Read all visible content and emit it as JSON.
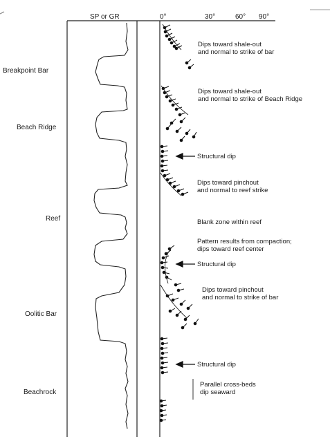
{
  "log_header": "SP or GR",
  "dip_scale": [
    "0°",
    "30°",
    "60°",
    "90°"
  ],
  "facies": [
    "Breakpoint Bar",
    "Beach Ridge",
    "Reef",
    "Oolitic Bar",
    "Beachrock"
  ],
  "annotations": [
    "Dips toward shale-out\nand normal to strike of bar",
    "Dips toward shale-out\nand normal to strike of Beach Ridge",
    "Structural dip",
    "Dips toward pinchout\nand normal to reef strike",
    "Blank zone within reef",
    "Pattern results from compaction;\ndips toward reef center",
    "Structural dip",
    "Dips toward pinchout\nand normal to strike of bar",
    "Structural dip",
    "Parallel cross-beds\ndip seaward"
  ]
}
